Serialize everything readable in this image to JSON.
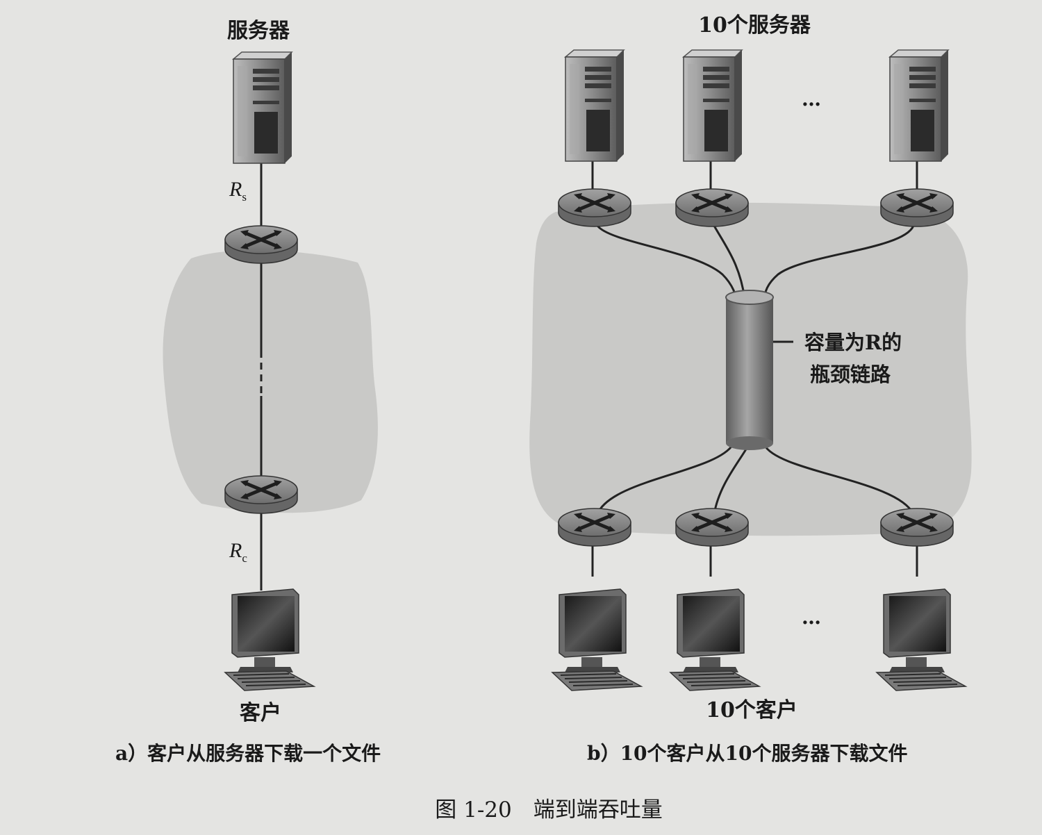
{
  "figure": {
    "caption": "图 1-20　端到端吞吐量"
  },
  "panel_a": {
    "server_label": "服务器",
    "client_label": "客户",
    "rate_server_base": "R",
    "rate_server_sub": "s",
    "rate_client_base": "R",
    "rate_client_sub": "c",
    "subcaption": "a）客户从服务器下载一个文件"
  },
  "panel_b": {
    "servers_label": "10个服务器",
    "clients_label": "10个客户",
    "ellipsis_top": "…",
    "ellipsis_bottom": "…",
    "bottleneck_line1": "容量为R的",
    "bottleneck_line2": "瓶颈链路",
    "subcaption": "b）10个客户从10个服务器下载文件"
  },
  "colors": {
    "background": "#e4e4e2",
    "cloud": "#c9c9c7",
    "router": "#8c8c8c",
    "link": "#222222",
    "pipe": "#7e7e7e"
  }
}
